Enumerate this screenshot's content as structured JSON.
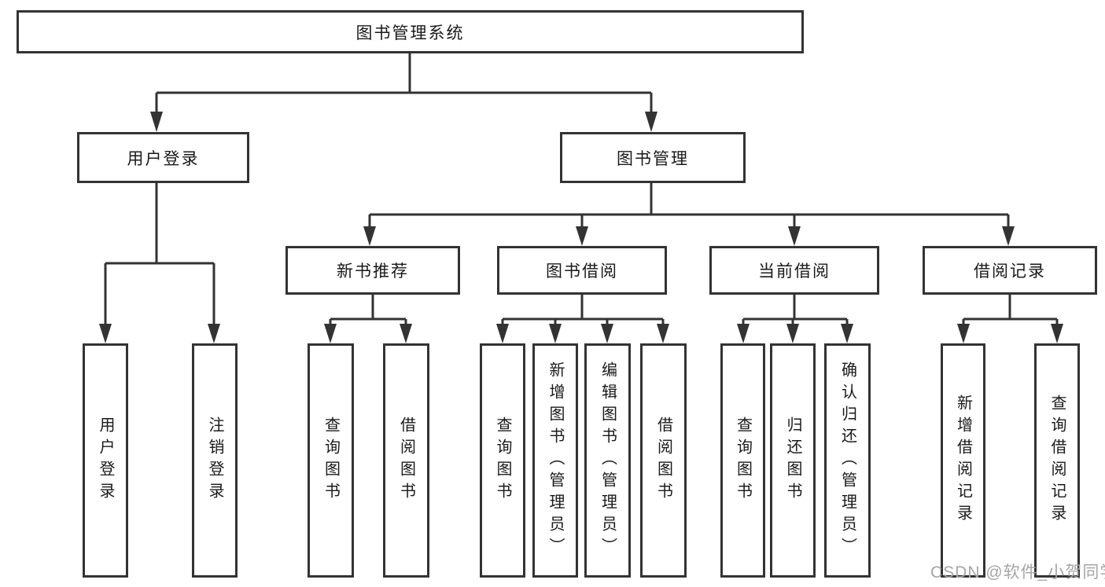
{
  "diagram": {
    "root": {
      "label": "图书管理系统"
    },
    "user_login_branch": {
      "label": "用户登录",
      "children": [
        {
          "label": "用户登录"
        },
        {
          "label": "注销登录"
        }
      ]
    },
    "book_mgmt_branch": {
      "label": "图书管理",
      "children": [
        {
          "label": "新书推荐",
          "children": [
            {
              "label": "查询图书"
            },
            {
              "label": "借阅图书"
            }
          ]
        },
        {
          "label": "图书借阅",
          "children": [
            {
              "label": "查询图书"
            },
            {
              "label": "新增图书（管理员）"
            },
            {
              "label": "编辑图书（管理员）"
            },
            {
              "label": "借阅图书"
            }
          ]
        },
        {
          "label": "当前借阅",
          "children": [
            {
              "label": "查询图书"
            },
            {
              "label": "归还图书"
            },
            {
              "label": "确认归还（管理员）"
            }
          ]
        },
        {
          "label": "借阅记录",
          "children": [
            {
              "label": "新增借阅记录"
            },
            {
              "label": "查询借阅记录"
            }
          ]
        }
      ]
    },
    "watermark": "CSDN @软件_小贺同学",
    "colors": {
      "line": "#333333",
      "box_border": "#333333",
      "box_background": "#ffffff",
      "text": "#1a1a1a",
      "watermark": "#a6a6a6",
      "background": "#ffffff"
    }
  }
}
